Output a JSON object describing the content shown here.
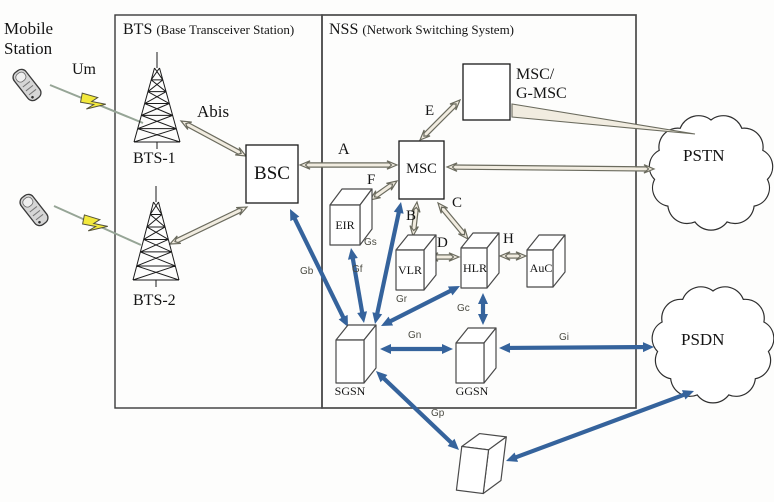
{
  "figure": {
    "regions": {
      "bts": {
        "abbr": "BTS",
        "full": "(Base Transceiver Station)"
      },
      "nss": {
        "abbr": "NSS",
        "full": "(Network Switching System)"
      }
    },
    "mobile_station": {
      "label": "Mobile Station"
    },
    "nodes": {
      "bts1": "BTS-1",
      "bts2": "BTS-2",
      "bsc": "BSC",
      "msc": "MSC",
      "gmsc": "MSC/\nG-MSC",
      "eir": "EIR",
      "vlr": "VLR",
      "hlr": "HLR",
      "auc": "AuC",
      "sgsn": "SGSN",
      "ggsn": "GGSN",
      "pstn": "PSTN",
      "psdn": "PSDN"
    },
    "interfaces": {
      "um": "Um",
      "abis": "Abis",
      "a": "A",
      "b": "B",
      "c": "C",
      "d": "D",
      "e": "E",
      "f": "F",
      "h": "H",
      "gb": "Gb",
      "gs": "Gs",
      "gf": "Gf",
      "gr": "Gr",
      "gc": "Gc",
      "gn": "Gn",
      "gi": "Gi",
      "gp": "Gp"
    },
    "colors": {
      "link_arrow": "#35639c",
      "hollow_arrow_fill": "#f1ece0",
      "hollow_arrow_stroke": "#6b6b5e",
      "lightning": "#f3e93c"
    }
  }
}
